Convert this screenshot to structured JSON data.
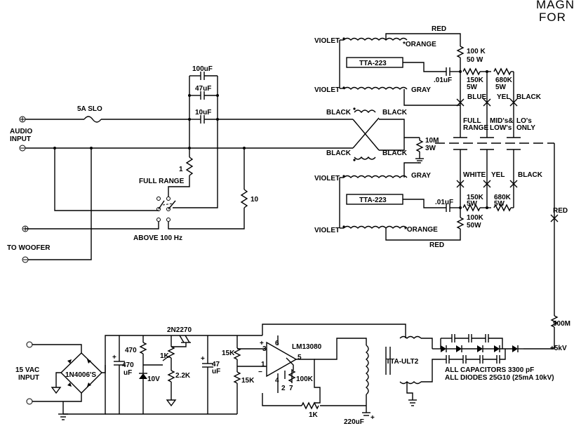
{
  "header": {
    "line1": "MAGN",
    "line2": "FOR"
  },
  "input": {
    "audio_line1": "AUDIO",
    "audio_line2": "INPUT",
    "fuse": "5A SLO"
  },
  "caps": {
    "c100": "100uF",
    "c47": "47uF",
    "c10": "10uF"
  },
  "switch": {
    "full_range": "FULL RANGE",
    "above_100": "ABOVE 100 Hz",
    "r1": "1",
    "r10": "10"
  },
  "woofer": {
    "label": "TO WOOFER"
  },
  "upper": {
    "violet_top": "VIOLET",
    "violet_mid": "VIOLET",
    "red": "RED",
    "orange": "*ORANGE",
    "tta": "TTA-223",
    "gray": "GRAY",
    "cap": ".01uF",
    "r100k": "100 K",
    "r100k_w": "50 W",
    "r150k": "150K",
    "r150k_w": "5W",
    "r680k": "680K",
    "r680k_w": "5W",
    "blue": "BLUE",
    "yel": "YEL",
    "black": "BLACK",
    "full1": "FULL",
    "full2": "RANGE",
    "mids1": "MID's&",
    "mids2": "LOW's",
    "los1": "LO's",
    "los2": "ONLY"
  },
  "cross": {
    "black_tl": "BLACK",
    "black_tr": "BLACK",
    "black_bl": "BLACK",
    "black_br": "BLACK",
    "r10m": "10M",
    "r10m_w": "3W"
  },
  "lower": {
    "violet_top": "VIOLET",
    "violet_bot": "VIOLET",
    "gray": "GRAY",
    "tta": "TTA-223",
    "cap": ".01uF",
    "orange": "*ORANGE",
    "red": "RED",
    "r150k": "150K",
    "r150k_w": "5W",
    "r680k": "680K",
    "r680k_w": "5W",
    "r100k": "100K",
    "r100k_w": "50W",
    "white": "WHITE",
    "yel": "YEL",
    "black": "BLACK"
  },
  "hv": {
    "red": "RED",
    "r500m": "500M",
    "out": "+5kV"
  },
  "supply": {
    "vac1": "15 VAC",
    "vac2": "INPUT",
    "bridge": "1N4006'S",
    "c470": "470",
    "c470_u": "uF",
    "r470": "470",
    "zener": "10V",
    "trans": "2N2270",
    "pot": "1K",
    "r22k": "2.2K",
    "c47": "47",
    "c47_u": "uF",
    "r15k_a": "15K",
    "r15k_b": "15K",
    "ic": "LM13080",
    "pin3": "3",
    "pin6": "6",
    "pin5": "5",
    "pin1": "1",
    "pin4": "4",
    "pin2": "2",
    "pin7": "7",
    "r100k": "100K",
    "r1k": "1K",
    "c220": "220uF",
    "ult": "TTA-ULT2",
    "note1": "ALL CAPACITORS 3300 pF",
    "note2": "ALL DIODES 25G10 (25mA 10kV)"
  }
}
